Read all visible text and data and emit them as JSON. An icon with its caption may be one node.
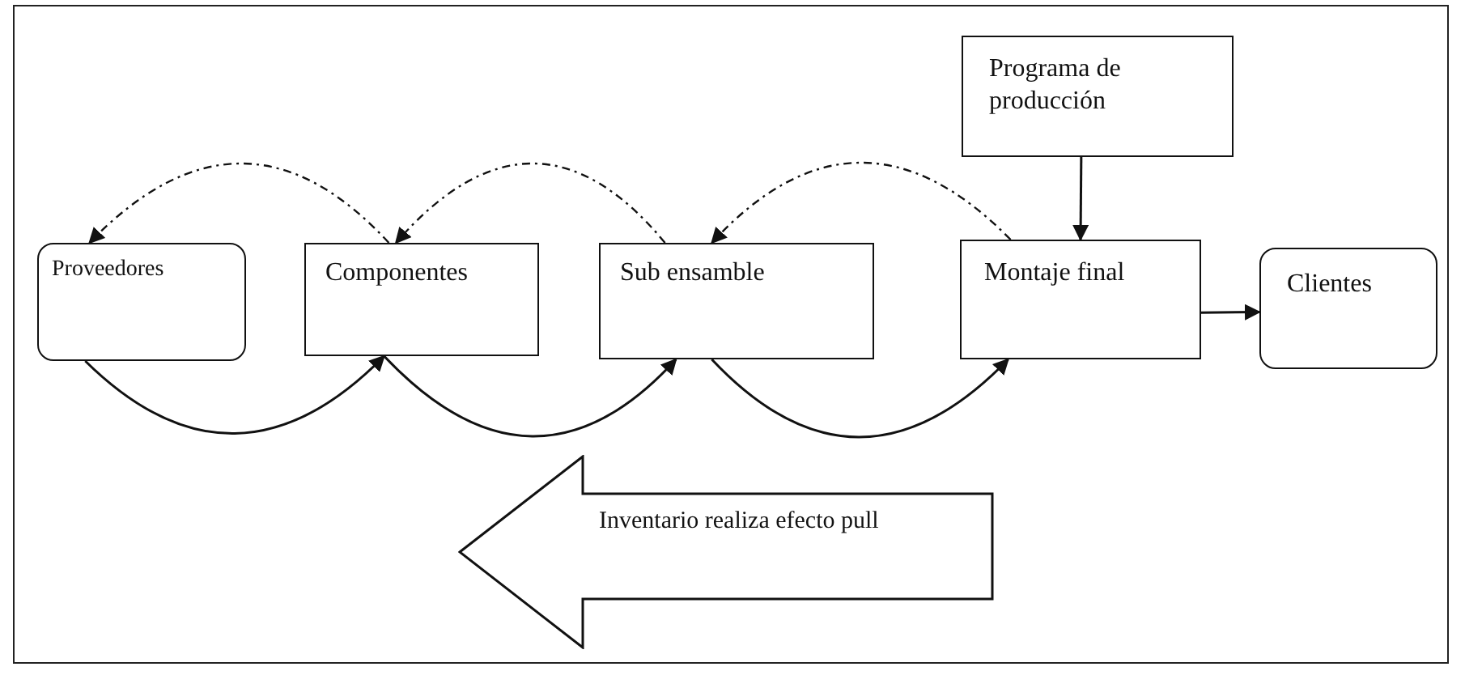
{
  "diagram": {
    "nodes": [
      {
        "text": [
          "Proveedores"
        ]
      },
      {
        "text": [
          "Componentes"
        ]
      },
      {
        "text": [
          "Sub ensamble"
        ]
      },
      {
        "text": [
          "Programa de producción"
        ]
      },
      {
        "text": [
          "Montaje final"
        ]
      },
      {
        "text": [
          "Clientes"
        ]
      },
      {
        "text": [
          "Inventario realiza efecto pull"
        ]
      }
    ],
    "edges": [
      {
        "from": 0,
        "to": 1,
        "arrow": "to"
      },
      {
        "from": 1,
        "to": 2,
        "arrow": "to"
      },
      {
        "from": 2,
        "to": 4,
        "arrow": "to"
      },
      {
        "from": 3,
        "to": 4,
        "arrow": "to"
      },
      {
        "from": 4,
        "to": 5,
        "arrow": "to"
      },
      {
        "from": 1,
        "to": 0,
        "arrow": "to",
        "style": "dashed"
      },
      {
        "from": 2,
        "to": 1,
        "arrow": "to",
        "style": "dashed"
      },
      {
        "from": 4,
        "to": 2,
        "arrow": "to",
        "style": "dashed"
      }
    ]
  }
}
